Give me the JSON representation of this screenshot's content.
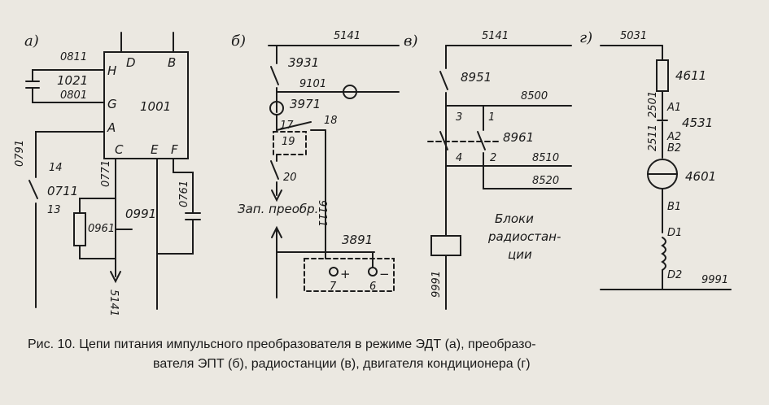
{
  "caption": {
    "line1": "Рис. 10. Цепи питания импульсного преобразователя в режиме ЭДТ (а), преобразо-",
    "line2": "вателя ЭПТ (б), радиостанции (в), двигателя кондиционера (г)"
  },
  "a": {
    "tag": "а)",
    "block": "1001",
    "pin_D": "D",
    "pin_B": "B",
    "pin_H": "H",
    "pin_G": "G",
    "pin_A": "A",
    "pin_C": "C",
    "pin_E": "E",
    "pin_F": "F",
    "wire_0811": "0811",
    "cap_1021": "1021",
    "wire_0801": "0801",
    "wire_0791": "0791",
    "pin_14": "14",
    "switch_0711": "0711",
    "pin_13": "13",
    "wire_0771": "0771",
    "wire_0991": "0991",
    "res_0961": "0961",
    "wire_5141": "5141",
    "wire_0761": "0761"
  },
  "b": {
    "tag": "б)",
    "wire_5141": "5141",
    "switch_3931": "3931",
    "wire_9101": "9101",
    "relay_3971": "3971",
    "pin_17": "17",
    "pin_18": "18",
    "pin_19": "19",
    "pin_20": "20",
    "wire_9111": "9111",
    "label_zap": "Зап. преобр.",
    "relay_3891": "3891",
    "plus": "+",
    "minus": "−",
    "pin_7": "7",
    "pin_6": "6"
  },
  "v": {
    "tag": "в)",
    "wire_5141": "5141",
    "switch_8951": "8951",
    "wire_8500": "8500",
    "pin_3": "3",
    "pin_1": "1",
    "switch_8961": "8961",
    "pin_4": "4",
    "pin_2": "2",
    "wire_8510": "8510",
    "wire_8520": "8520",
    "wire_9991": "9991",
    "blocks_l1": "Блоки",
    "blocks_l2": "радиостан-",
    "blocks_l3": "ции"
  },
  "g": {
    "tag": "г)",
    "wire_5031": "5031",
    "fuse_4611": "4611",
    "wire_2501": "2501",
    "pin_A1": "A1",
    "relay_4531": "4531",
    "pin_A2": "A2",
    "wire_2511": "2511",
    "pin_B2": "B2",
    "motor_4601": "4601",
    "pin_B1": "B1",
    "pin_D1": "D1",
    "pin_D2": "D2",
    "wire_9991": "9991"
  }
}
